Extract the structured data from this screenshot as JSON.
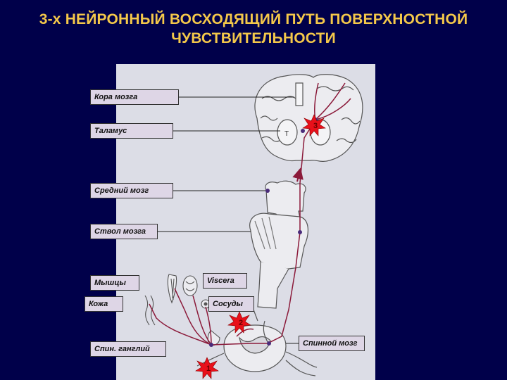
{
  "title": {
    "line1": "3-х  НЕЙРОННЫЙ ВОСХОДЯЩИЙ ПУТЬ ПОВЕРХНОСТНОЙ",
    "line2": "ЧУВСТВИТЕЛЬНОСТИ"
  },
  "labels": {
    "cortex": "Кора мозга",
    "thalamus": "Таламус",
    "midbrain": "Средний мозг",
    "brainstem": "Ствол мозга",
    "muscles": "Мышцы",
    "viscera": "Viscera",
    "skin": "Кожа",
    "vessels": "Сосуды",
    "spinal_ganglion": "Спин. ганглий",
    "spinal_cord": "Спинной мозг"
  },
  "markers": {
    "thalamus_t": "T",
    "neuron_3": "3",
    "neuron_2": "2",
    "neuron_1": "1"
  },
  "colors": {
    "background": "#00004a",
    "title": "#f4c84a",
    "panel": "#dcdde6",
    "pathway": "#8b1a3a",
    "star": "#e8101a"
  }
}
